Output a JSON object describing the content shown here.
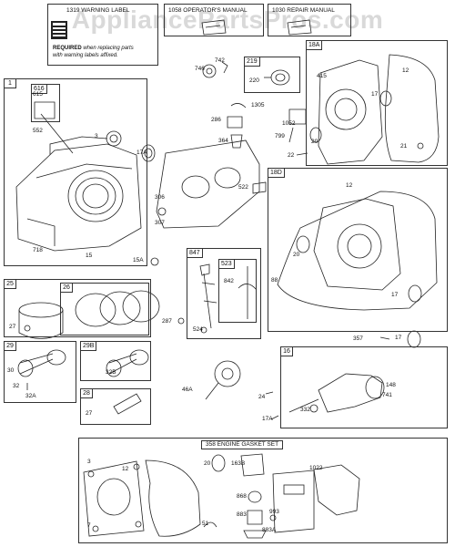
{
  "watermark": "AppliancePartsPros.com",
  "top_boxes": {
    "warning": "1319 WARNING LABEL",
    "operators": "1058 OPERATOR'S MANUAL",
    "repair": "1030 REPAIR MANUAL",
    "required_bold": "REQUIRED",
    "required_line1": " when replacing parts",
    "required_line2": "with warning labels affixed."
  },
  "group_tags": {
    "g1": "1",
    "g616": "616",
    "g219": "219",
    "g18a": "18A",
    "g18d": "18D",
    "g847": "847",
    "g523": "523",
    "g25": "25",
    "g26": "26",
    "g29": "29",
    "g29b": "29B",
    "g28": "28",
    "g16": "16"
  },
  "gasket_set_title": "358 ENGINE GASKET SET",
  "labels": {
    "l615": "615",
    "l552": "552",
    "l3a": "3",
    "l718": "718",
    "l15a": "15",
    "l742": "742",
    "l746": "746",
    "l220": "220",
    "l1305": "1305",
    "l286": "286",
    "l1052": "1052",
    "l799": "799",
    "l364": "364",
    "l22": "22",
    "l17a": "17A",
    "l306": "306",
    "l307": "307",
    "l15b": "15A",
    "l522": "522",
    "l415": "415",
    "l12a": "12",
    "l17b": "17",
    "l20a": "20",
    "l21": "21",
    "l12b": "12",
    "l20b": "20",
    "l88": "88",
    "l17c": "17",
    "l842": "842",
    "l287": "287",
    "l524": "524",
    "l27a": "27",
    "l30": "30",
    "l32": "32",
    "l32a": "32A",
    "l32b": "32B",
    "l27b": "27",
    "l46a": "46A",
    "l24": "24",
    "l17d": "17A",
    "l357": "357",
    "l17e": "17",
    "l148": "148",
    "l741": "741",
    "l332": "332",
    "l3b": "3",
    "l12c": "12",
    "l20c": "20",
    "l163b": "163B",
    "l1022": "1022",
    "l868": "868",
    "l883": "883",
    "l993": "993",
    "l883a": "883A",
    "l51": "51",
    "l7": "7"
  }
}
